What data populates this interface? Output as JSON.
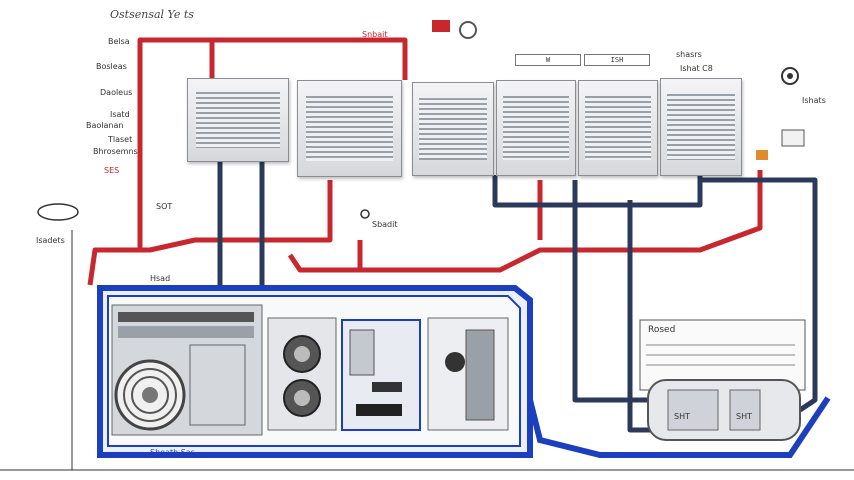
{
  "diagram": {
    "title": "Ostsensal Ye ts",
    "left_labels": [
      "Belsa",
      "Bosleas",
      "Daoleus",
      "Isatd",
      "Baolanan",
      "Tlaset",
      "Bhrosemns",
      "SES"
    ],
    "label_sot": "SOT",
    "label_isadets": "Isadets",
    "label_hsad": "Hsad",
    "label_snbait": "Snbait",
    "label_sbadit": "Sbadit",
    "label_shasrs": "shasrs",
    "label_top_right": "Ishat C8",
    "label_gauge": "Ishats",
    "tag_1": "W",
    "tag_2": "ISH",
    "label_rosed": "Rosed",
    "label_base": "Sheath Sas",
    "label_unit_1": "SHT",
    "label_unit_2": "SHT",
    "colors": {
      "red_pipe": "#c8282d",
      "blue_frame": "#1c3fbf",
      "dark_pipe": "#2b3a5c",
      "panel": "#dcdee2"
    }
  }
}
